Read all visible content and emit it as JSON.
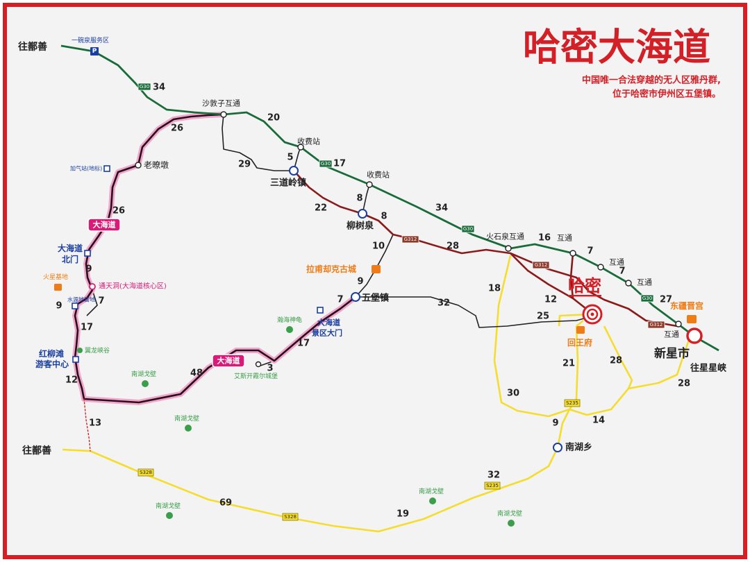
{
  "title": "哈密大海道",
  "subtitle": [
    "中国唯一合法穿越的无人区雅丹群,",
    "位于哈密市伊州区五堡镇。"
  ],
  "colors": {
    "frame": "#d32027",
    "title": "#d32027",
    "g30": "#1a6b3a",
    "g312": "#8b1a1a",
    "county": "#222222",
    "provincial": "#f5dd2e",
    "scenic": "#2a0f1f",
    "scenic_glow": "#f0a6c8",
    "magenta": "#d81b78",
    "blue": "#1a3fa0",
    "orange": "#ef7d17",
    "green": "#3a9e4a"
  },
  "place_labels": {
    "wangshan_top": "往鄯善",
    "wangshan_bottom": "往鄯善",
    "yiwanquan": "一碗泉服务区",
    "shadunzi": "沙敦子互通",
    "sfz1": "收费站",
    "sfz2": "收费站",
    "sandaoling": "三道岭镇",
    "liushuquan": "柳树泉",
    "huoshiquan": "火石泉互通",
    "hutong1": "互通",
    "hutong2": "互通",
    "hutong3": "互通",
    "hutong4": "互通",
    "laoliaodun": "老暸墩",
    "jiaqizhan": "加气站(地标)",
    "dhd_north_gate": [
      "大海道",
      "北门"
    ],
    "huoxing": "火星基地",
    "tongtiandong": "通天洞(大海道核心区)",
    "shuiyuan": "水源地营地",
    "yilong": "翼龙峡谷",
    "hongliutan": [
      "红柳滩",
      "游客中心"
    ],
    "labuquek": "拉甫却克古城",
    "wubao": "五堡镇",
    "hanhai": "瀚海神龟",
    "dhd_gate": [
      "大海道",
      "景区大门"
    ],
    "aisikai": "艾斯开霞尔城堡",
    "hami": "哈密",
    "huiwangfu": "回王府",
    "dongjiang": "东疆晋宫",
    "xinxing": "新星市",
    "xingxingxia": "往星星峡",
    "nanhu_town": "南湖乡",
    "nanhu1": "南湖戈壁",
    "nanhu2": "南湖戈壁",
    "nanhu3": "南湖戈壁",
    "nanhu4": "南湖戈壁",
    "nanhu5": "南湖戈壁"
  },
  "route_badges": {
    "g30": "G30",
    "g312": "G312",
    "s235": "S235",
    "s328": "S328",
    "dhd": "大海道"
  },
  "distances": [
    "34",
    "20",
    "17",
    "34",
    "16",
    "7",
    "7",
    "27",
    "29",
    "5",
    "22",
    "8",
    "8",
    "10",
    "28",
    "18",
    "12",
    "25",
    "32",
    "9",
    "7",
    "17",
    "3",
    "48",
    "26",
    "26",
    "9",
    "7",
    "9",
    "17",
    "12",
    "13",
    "21",
    "28",
    "30",
    "9",
    "14",
    "28",
    "69",
    "19",
    "32"
  ]
}
